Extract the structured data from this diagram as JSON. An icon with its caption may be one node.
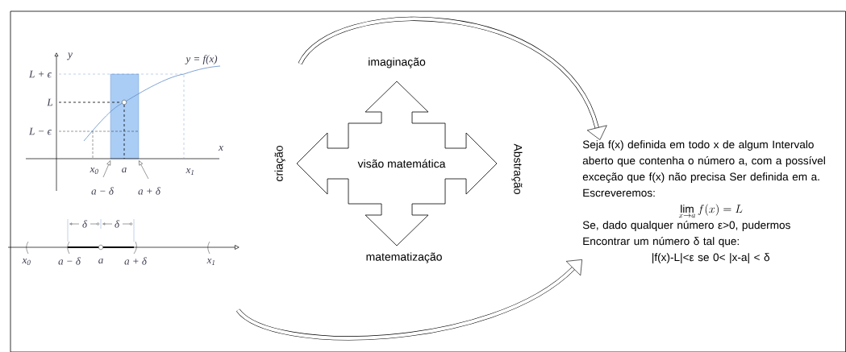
{
  "diagram": {
    "nodes": [
      {
        "text": [],
        "shape": "picture"
      },
      {
        "text": [
          "visão matemática"
        ],
        "beside": [
          "imaginação",
          "criação",
          "Abstração",
          "matematização"
        ]
      },
      {
        "text": [
          "Seja f(x) definida em todo x de algum Intervalo aberto que contenha o número a, com a possível exceção que f(x) não precisa Ser definida em a. Escreveremos:",
          "\\lim_{x \\to a} f(x) = L",
          "Se, dado qualquer número ε>0, pudermos Encontrar um número δ tal que:",
          "|f(x)-L|<ε se 0< |x-a| < δ"
        ]
      }
    ],
    "edges": [
      {
        "from": 1,
        "to": 2,
        "arrow": "to"
      },
      {
        "from": null,
        "to": 2,
        "arrow": "to"
      }
    ],
    "labels": [
      "y",
      "y = f(x)",
      "L + ϵ",
      "L",
      "L − ϵ",
      "x",
      "x$_{0}$",
      "a",
      "x$_{1}$",
      "a − δ",
      "a + δ",
      "δ",
      "δ",
      "x$_{0}$",
      "a − δ",
      "a",
      "a + δ",
      "x$_{1}$"
    ]
  }
}
